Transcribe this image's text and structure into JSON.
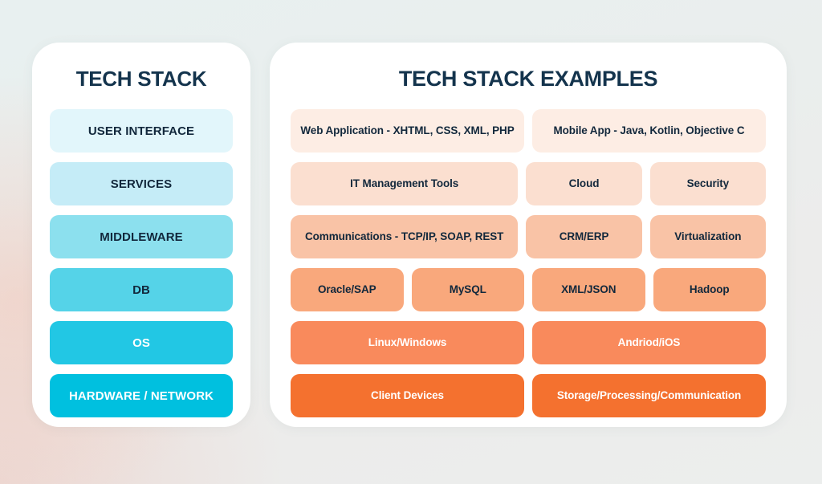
{
  "palette": {
    "heading_navy": "#14344d",
    "dark_text": "#12283c",
    "light_text": "#ffffff",
    "card_white": "#ffffff",
    "background": "#eceeed"
  },
  "stack_panel": {
    "title": "TECH STACK",
    "layers": [
      {
        "label": "USER INTERFACE",
        "bg": "#e2f6fb",
        "color": "#12283c"
      },
      {
        "label": "SERVICES",
        "bg": "#c5ecf7",
        "color": "#12283c"
      },
      {
        "label": "MIDDLEWARE",
        "bg": "#8ce0ee",
        "color": "#12283c"
      },
      {
        "label": "DB",
        "bg": "#55d3e8",
        "color": "#12283c"
      },
      {
        "label": "OS",
        "bg": "#22c7e4",
        "color": "#ffffff"
      },
      {
        "label": "HARDWARE / NETWORK",
        "bg": "#00c0df",
        "color": "#ffffff"
      }
    ]
  },
  "examples_panel": {
    "title": "TECH STACK EXAMPLES",
    "rows": [
      {
        "bg": "#fdede4",
        "color": "#12283c",
        "cells": [
          {
            "label": "Web Application - XHTML, CSS, XML, PHP",
            "flex": 100
          },
          {
            "label": "Mobile App - Java, Kotlin, Objective C",
            "flex": 100
          }
        ]
      },
      {
        "bg": "#fbdfd0",
        "color": "#12283c",
        "cells": [
          {
            "label": "IT Management Tools",
            "flex": 100
          },
          {
            "label": "Cloud",
            "flex": 48
          },
          {
            "label": "Security",
            "flex": 48
          }
        ]
      },
      {
        "bg": "#f9c3a6",
        "color": "#12283c",
        "cells": [
          {
            "label": "Communications - TCP/IP, SOAP, REST",
            "flex": 100
          },
          {
            "label": "CRM/ERP",
            "flex": 48
          },
          {
            "label": "Virtualization",
            "flex": 48
          }
        ]
      },
      {
        "bg": "#f9a87c",
        "color": "#12283c",
        "cells": [
          {
            "label": "Oracle/SAP",
            "flex": 48
          },
          {
            "label": "MySQL",
            "flex": 48
          },
          {
            "label": "XML/JSON",
            "flex": 48
          },
          {
            "label": "Hadoop",
            "flex": 48
          }
        ]
      },
      {
        "bg": "#f98a5c",
        "color": "#ffffff",
        "cells": [
          {
            "label": "Linux/Windows",
            "flex": 100
          },
          {
            "label": "Andriod/iOS",
            "flex": 100
          }
        ]
      },
      {
        "bg": "#f4712f",
        "color": "#ffffff",
        "cells": [
          {
            "label": "Client Devices",
            "flex": 100
          },
          {
            "label": "Storage/Processing/Communication",
            "flex": 100
          }
        ]
      }
    ]
  }
}
